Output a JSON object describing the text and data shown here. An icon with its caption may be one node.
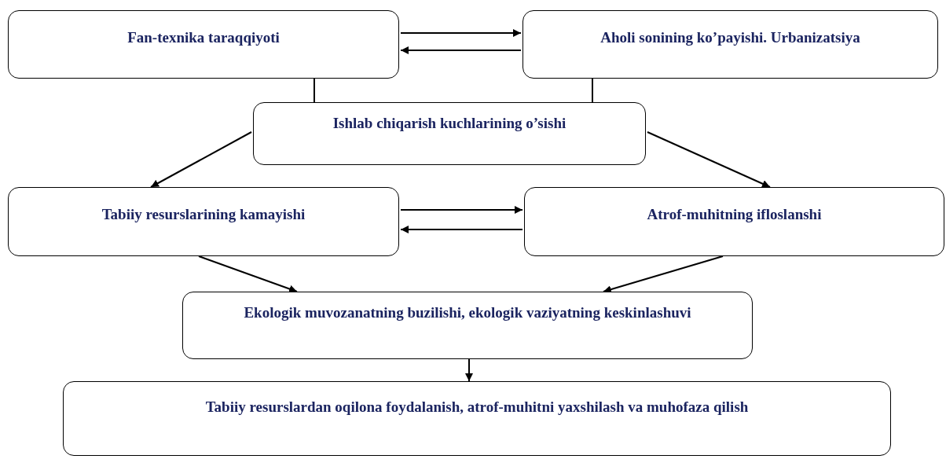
{
  "diagram": {
    "nodes": [
      {
        "text": [
          "Fan-texnika taraqqiyoti"
        ]
      },
      {
        "text": [
          "Aholi sonining ko’payishi. Urbanizatsiya"
        ]
      },
      {
        "text": [
          "Ishlab chiqarish kuchlarining o’sishi"
        ]
      },
      {
        "text": [
          "Tabiiy resurslarining kamayishi"
        ]
      },
      {
        "text": [
          "Atrof-muhitning ifloslanshi"
        ]
      },
      {
        "text": [
          "Ekologik muvozanatning buzilishi, ekologik vaziyatning keskinlashuvi"
        ]
      },
      {
        "text": [
          "Tabiiy resurslardan oqilona foydalanish, atrof-muhitni yaxshilash va muhofaza qilish"
        ]
      }
    ],
    "edges": [
      {
        "from": 0,
        "to": 1,
        "arrow": "to"
      },
      {
        "from": 1,
        "to": 0,
        "arrow": "to"
      },
      {
        "from": 0,
        "to": 2,
        "arrow": "none"
      },
      {
        "from": 1,
        "to": 2,
        "arrow": "none"
      },
      {
        "from": 2,
        "to": 3,
        "arrow": "to"
      },
      {
        "from": 2,
        "to": 4,
        "arrow": "to"
      },
      {
        "from": 3,
        "to": 4,
        "arrow": "to"
      },
      {
        "from": 4,
        "to": 3,
        "arrow": "to"
      },
      {
        "from": 3,
        "to": 5,
        "arrow": "to"
      },
      {
        "from": 4,
        "to": 5,
        "arrow": "to"
      },
      {
        "from": 5,
        "to": 6,
        "arrow": "to"
      }
    ]
  }
}
